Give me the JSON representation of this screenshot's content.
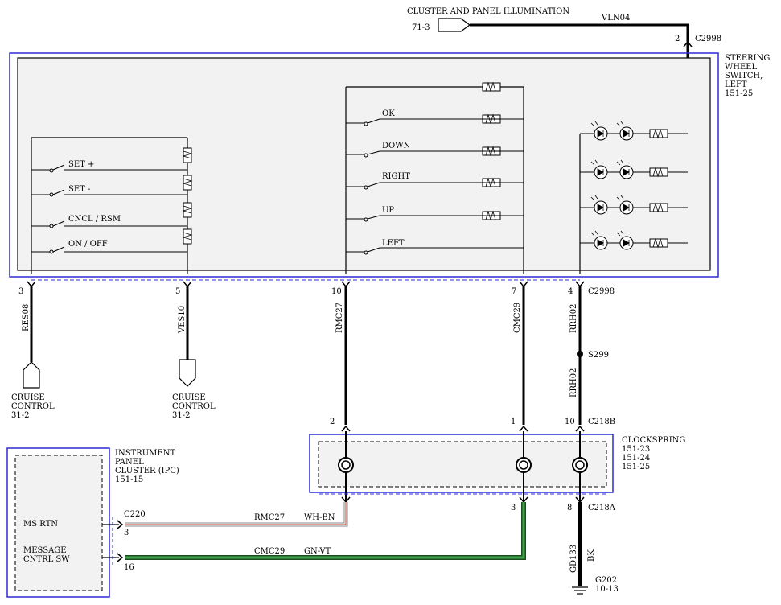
{
  "top": {
    "cluster_label": "CLUSTER AND PANEL ILLUMINATION",
    "cluster_ref": "71-3",
    "wire": "VLN04",
    "pin": "2",
    "connector": "C2998"
  },
  "switch_module": {
    "title_line1": "STEERING",
    "title_line2": "WHEEL",
    "title_line3": "SWITCH,",
    "title_line4": "LEFT",
    "ref": "151-25"
  },
  "cruise_switches": [
    "SET +",
    "SET -",
    "CNCL / RSM",
    "ON / OFF"
  ],
  "menu_switches": [
    "OK",
    "DOWN",
    "RIGHT",
    "UP",
    "LEFT"
  ],
  "pins_bottom": {
    "p3": "3",
    "p5": "5",
    "p10": "10",
    "p7": "7",
    "p4": "4",
    "connector": "C2998"
  },
  "wires": {
    "res08": "RES08",
    "ves10": "VES10",
    "rmc27": "RMC27",
    "cmc29": "CMC29",
    "rrh02": "RRH02",
    "rrh02b": "RRH02",
    "splice": "S299",
    "gd133": "GD133",
    "bk": "BK"
  },
  "cruise_control_left": {
    "line1": "CRUISE",
    "line2": "CONTROL",
    "ref": "31-2"
  },
  "cruise_control_right": {
    "line1": "CRUISE",
    "line2": "CONTROL",
    "ref": "31-2"
  },
  "clockspring": {
    "title": "CLOCKSPRING",
    "ref1": "151-23",
    "ref2": "151-24",
    "ref3": "151-25",
    "top_pin_a": "2",
    "top_pin_b": "1",
    "top_pin_c": "10",
    "top_connector": "C218B",
    "bot_pin_b": "3",
    "bot_pin_c": "8",
    "bot_connector": "C218A"
  },
  "ipc": {
    "title_line1": "INSTRUMENT",
    "title_line2": "PANEL",
    "title_line3": "CLUSTER (IPC)",
    "ref": "151-15",
    "ms_rtn": "MS RTN",
    "msg_line1": "MESSAGE",
    "msg_line2": "CNTRL SW",
    "connector": "C220",
    "pin3": "3",
    "pin16": "16"
  },
  "bottom_wires": {
    "rmc27": "RMC27",
    "rmc27_color": "WH-BN",
    "cmc29": "CMC29",
    "cmc29_color": "GN-VT"
  },
  "ground": {
    "name": "G202",
    "ref": "10-13"
  },
  "colors": {
    "box_border": "#2a2ad6",
    "wire_green": "#2e7d32",
    "wire_brown": "#c0392b",
    "panel": "#f2f2f2"
  }
}
